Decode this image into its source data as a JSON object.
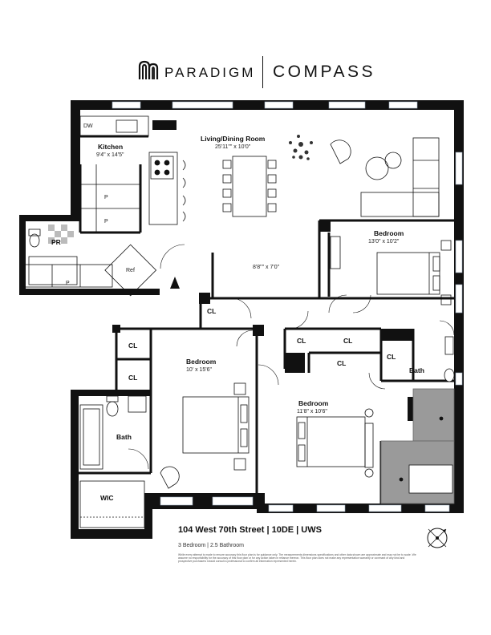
{
  "header": {
    "brand_left": "PARADIGM",
    "brand_right": "COMPASS"
  },
  "rooms": {
    "kitchen": {
      "label": "Kitchen",
      "dim": "9'4\" x 14'5\""
    },
    "living": {
      "label": "Living/Dining Room",
      "dim": "25'11\"\" x 10'0\""
    },
    "bedroom1": {
      "label": "Bedroom",
      "dim": "13'0\" x 10'2\""
    },
    "bedroom2": {
      "label": "Bedroom",
      "dim": "10' x 15'6\""
    },
    "bedroom3": {
      "label": "Bedroom",
      "dim": "11'8\" x 10'6\""
    },
    "foyer": {
      "dim": "8'8\"\" x 7'0\""
    },
    "pr": "PR",
    "ref": "Ref",
    "dw": "DW",
    "pantry": "P",
    "cl": "CL",
    "bath": "Bath",
    "wic": "WIC"
  },
  "footer": {
    "title": "104 West 70th Street | 10DE | UWS",
    "subtitle": "3 Bedroom | 2.5 Bathroom",
    "disclaimer": "While every attempt is made to ensure accuracy this floor plan is for guidance only. The measurements dimensions specifications and other data shown are approximate and may not be to scale. We assume no responsibility for the accuracy of this floor plan or for any action taken in reliance thereon. This floor plan does not make any representation warranty or covenant of any kind and prospective purchasers should consult a professional to confirm all information represented herein."
  },
  "colors": {
    "wall": "#111111",
    "window": "#cfe0ea",
    "shower": "#9a9a9a",
    "text": "#111111"
  }
}
